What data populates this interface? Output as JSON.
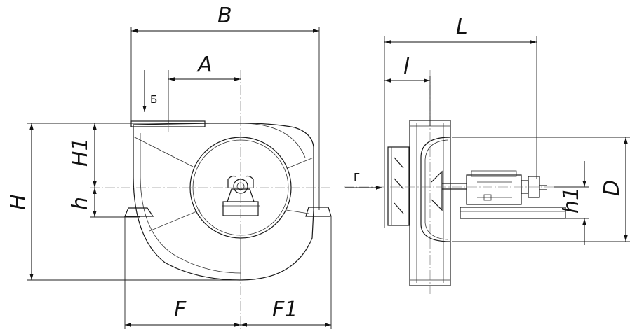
{
  "front_view": {
    "dim_B": "B",
    "dim_A": "A",
    "dim_H": "H",
    "dim_H1": "H1",
    "dim_h": "h",
    "dim_F": "F",
    "dim_F1": "F1",
    "view_mark": "Б"
  },
  "side_view": {
    "dim_L": "L",
    "dim_l": "l",
    "dim_D": "D",
    "dim_h1": "h1",
    "view_mark": "Г"
  }
}
